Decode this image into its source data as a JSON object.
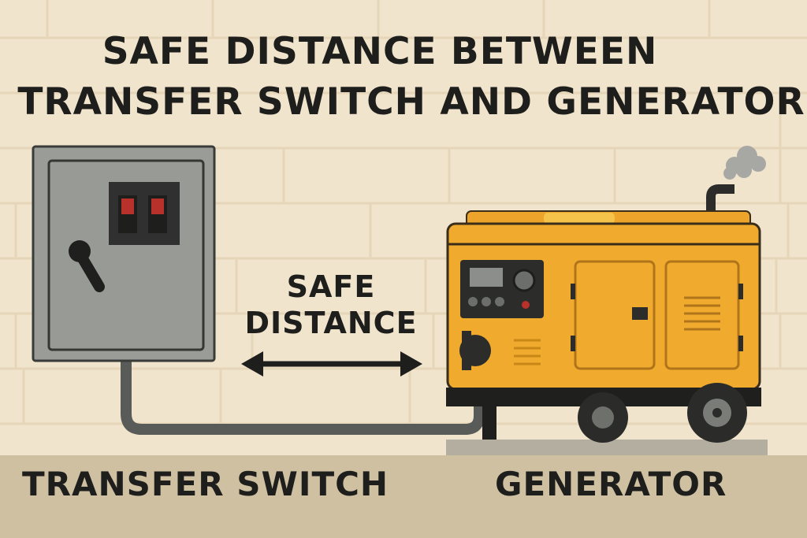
{
  "title": {
    "line1": "SAFE DISTANCE BETWEEN",
    "line2": "TRANSFER SWITCH AND GENERATOR"
  },
  "distance_label": {
    "line1": "SAFE",
    "line2": "DISTANCE"
  },
  "labels": {
    "transfer_switch": "TRANSFER SWITCH",
    "generator": "GENERATOR"
  },
  "colors": {
    "background": "#f1e4cc",
    "floor": "#cfc0a2",
    "switch_body": "#9c9e9a",
    "generator_body": "#f0ab2e",
    "indicator_red": "#b8312b",
    "outline": "#333330"
  }
}
